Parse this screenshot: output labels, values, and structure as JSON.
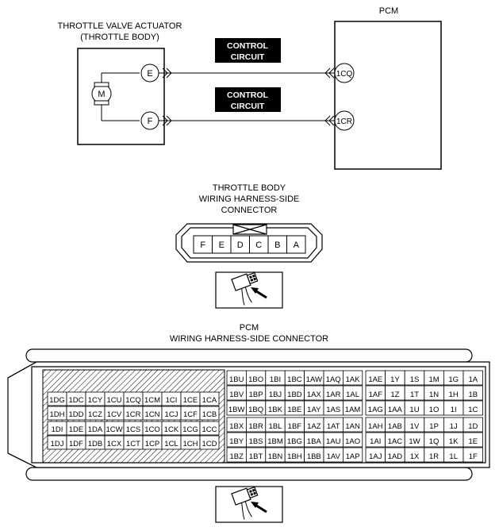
{
  "circuit": {
    "actuator_title_line1": "THROTTLE VALVE ACTUATOR",
    "actuator_title_line2": "(THROTTLE BODY)",
    "pcm_title": "PCM",
    "motor_symbol": "M",
    "actuator_terminals": [
      "E",
      "F"
    ],
    "pcm_terminals": [
      "1CQ",
      "1CR"
    ],
    "wire_labels": [
      [
        "CONTROL",
        "CIRCUIT"
      ],
      [
        "CONTROL",
        "CIRCUIT"
      ]
    ]
  },
  "throttle_connector": {
    "title_lines": [
      "THROTTLE BODY",
      "WIRING HARNESS-SIDE",
      "CONNECTOR"
    ],
    "pins": [
      "F",
      "E",
      "D",
      "C",
      "B",
      "A"
    ],
    "view_icon": "connector-view-arrow-icon"
  },
  "pcm_connector": {
    "title_lines": [
      "PCM",
      "WIRING HARNESS-SIDE CONNECTOR"
    ],
    "left_block": [
      [
        "1DG",
        "1DC",
        "1CY",
        "1CU",
        "1CQ",
        "1CM",
        "1CI",
        "1CE",
        "1CA"
      ],
      [
        "1DH",
        "1DD",
        "1CZ",
        "1CV",
        "1CR",
        "1CN",
        "1CJ",
        "1CF",
        "1CB"
      ],
      [
        "1DI",
        "1DE",
        "1DA",
        "1CW",
        "1CS",
        "1CO",
        "1CK",
        "1CG",
        "1CC"
      ],
      [
        "1DJ",
        "1DF",
        "1DB",
        "1CX",
        "1CT",
        "1CP",
        "1CL",
        "1CH",
        "1CD"
      ]
    ],
    "middle_block": [
      [
        "1BU",
        "1BO",
        "1BI",
        "1BC",
        "1AW",
        "1AQ",
        "1AK"
      ],
      [
        "1BV",
        "1BP",
        "1BJ",
        "1BD",
        "1AX",
        "1AR",
        "1AL"
      ],
      [
        "1BW",
        "1BQ",
        "1BK",
        "1BE",
        "1AY",
        "1AS",
        "1AM"
      ],
      [
        "1BX",
        "1BR",
        "1BL",
        "1BF",
        "1AZ",
        "1AT",
        "1AN"
      ],
      [
        "1BY",
        "1BS",
        "1BM",
        "1BG",
        "1BA",
        "1AU",
        "1AO"
      ],
      [
        "1BZ",
        "1BT",
        "1BN",
        "1BH",
        "1BB",
        "1AV",
        "1AP"
      ]
    ],
    "right_block": [
      [
        "1AE",
        "1Y",
        "1S",
        "1M",
        "1G",
        "1A"
      ],
      [
        "1AF",
        "1Z",
        "1T",
        "1N",
        "1H",
        "1B"
      ],
      [
        "1AG",
        "1AA",
        "1U",
        "1O",
        "1I",
        "1C"
      ],
      [
        "1AH",
        "1AB",
        "1V",
        "1P",
        "1J",
        "1D"
      ],
      [
        "1AI",
        "1AC",
        "1W",
        "1Q",
        "1K",
        "1E"
      ],
      [
        "1AJ",
        "1AD",
        "1X",
        "1R",
        "1L",
        "1F"
      ]
    ],
    "view_icon": "connector-view-arrow-icon"
  }
}
